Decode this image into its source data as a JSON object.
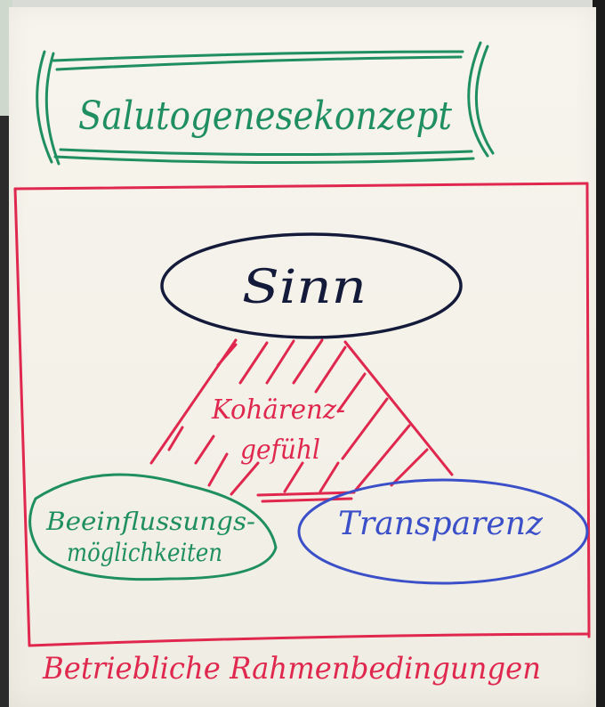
{
  "title": "Salutogenesekonzept",
  "top": "Sinn",
  "center_line1": "Kohärenz-",
  "center_line2": "gefühl",
  "left_line1": "Beeinflussungs-",
  "left_line2": "möglichkeiten",
  "right": "Transparenz",
  "bottom": "Betriebliche Rahmenbedingungen",
  "colors": {
    "green": "#1f8f5f",
    "red": "#e0284f",
    "navy": "#141a3a",
    "blue": "#3b4fc8",
    "paper": "#f5f3eb"
  }
}
